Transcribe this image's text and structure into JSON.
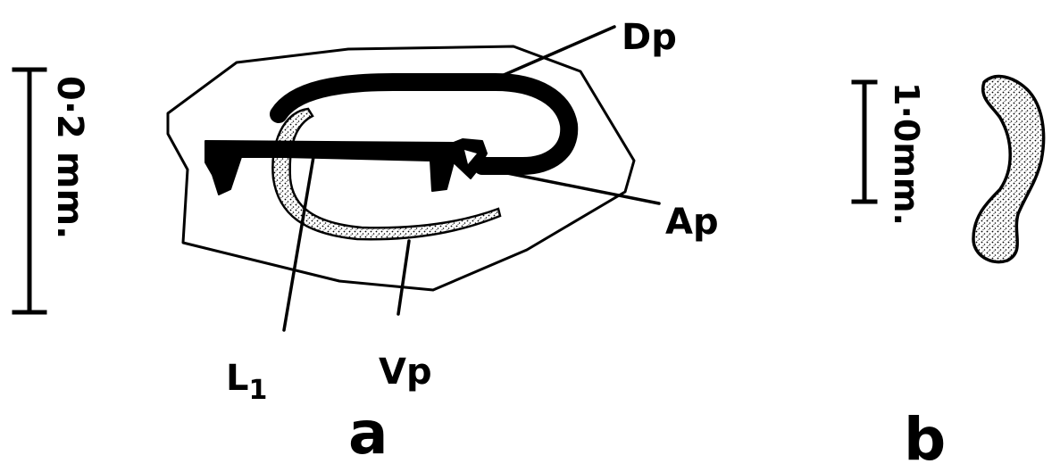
{
  "scale_a": "0·2 mm.",
  "scale_b": "1·0mm.",
  "labels": {
    "dp": "Dp",
    "ap": "Ap",
    "l1_main": "L",
    "l1_sub": "1",
    "vp": "Vp"
  },
  "panels": {
    "a": "a",
    "b": "b"
  },
  "colors": {
    "ink": "#000000",
    "paper": "#ffffff",
    "stipple": "#b9b9b9"
  }
}
